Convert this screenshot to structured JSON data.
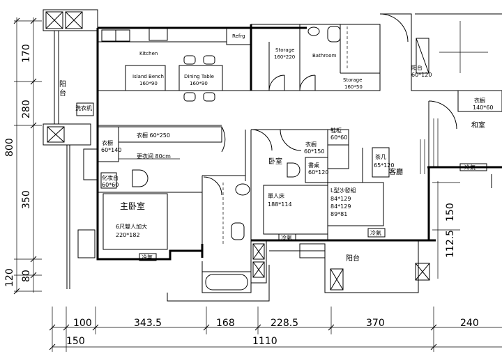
{
  "rooms": {
    "kitchen": "Kitchen",
    "island_bench": "Island Bench",
    "island_bench_size": "160*90",
    "dining_table": "Dining Table",
    "dining_table_size": "160*90",
    "refrigerator": "Refrg",
    "storage_1": "Storage",
    "storage_1_size": "160*220",
    "bathroom": "Bathroom",
    "storage_2": "Storage",
    "storage_2_size": "160*50",
    "balcony_left": "阳\n台",
    "washer": "洗衣机",
    "wardrobe_main": "衣橱 60*250",
    "dressing_room": "更衣间 80cm",
    "wardrobe_left": "衣橱",
    "wardrobe_left_size": "60*140",
    "vanity": "化妆台",
    "vanity_size": "60*60",
    "master_bedroom": "主卧室",
    "bed_master": "6尺雙人加大",
    "bed_master_size": "220*182",
    "bedroom": "卧室",
    "wardrobe_bedroom": "衣橱",
    "wardrobe_bedroom_size": "60*150",
    "desk": "書桌",
    "desk_size": "60*120",
    "single_bed": "單人床",
    "single_bed_size": "188*114",
    "sofa": "L型沙發組",
    "sofa_sizes": [
      "84*129",
      "84*129",
      "89*81"
    ],
    "coffee_table": "茶几",
    "coffee_table_size": "65*120",
    "living_room": "客廳",
    "balcony_bottom": "阳台",
    "wardrobe_right": "衣橱",
    "wardrobe_right_size": "140*60",
    "bedroom_right": "和室",
    "balcony_top_right": "阳台",
    "balcony_top_right_size": "60*120",
    "ac_unit": "冷氣",
    "shoe_cabinet": "鞋柜",
    "shoe_cabinet_size": "60*60"
  },
  "dimensions": {
    "left": [
      "170",
      "280",
      "800",
      "350",
      "120",
      "80"
    ],
    "right": [
      "150",
      "112.5"
    ],
    "bottom_row1": [
      "100",
      "343.5",
      "168",
      "228.5",
      "370",
      "240"
    ],
    "bottom_row2": [
      "150",
      "1110"
    ]
  }
}
